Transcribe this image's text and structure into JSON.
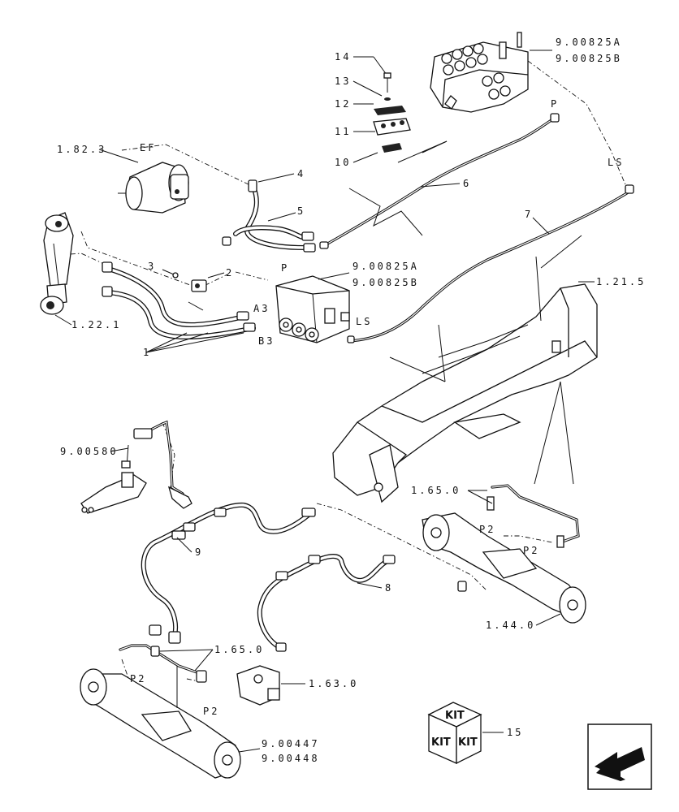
{
  "callouts": {
    "c14": "14",
    "c13": "13",
    "c12": "12",
    "c11": "11",
    "c10": "10",
    "c4": "4",
    "c5": "5",
    "c6": "6",
    "c7": "7",
    "c3": "3",
    "c2": "2",
    "c1": "1",
    "c9": "9",
    "c8": "8",
    "c15": "15"
  },
  "refs": {
    "valve_top_a": "9.00825A",
    "valve_top_b": "9.00825B",
    "pump": "1.82.3",
    "cylinder": "1.22.1",
    "valve_mid_a": "9.00825A",
    "valve_mid_b": "9.00825B",
    "frame": "1.21.5",
    "brake": "9.00580",
    "front_fittings": "1.65.0",
    "front_axle": "1.44.0",
    "rear_fittings": "1.65.0",
    "rear_valve": "1.63.0",
    "rear_axle_a": "9.00447",
    "rear_axle_b": "9.00448"
  },
  "ports": {
    "ef": "EF",
    "p_top": "P",
    "ls_top": "LS",
    "p_mid": "P",
    "a3": "A3",
    "b3": "B3",
    "ls_mid": "LS",
    "p2_front_a": "P2",
    "p2_front_b": "P2",
    "p2_rear_a": "P2",
    "p2_rear_b": "P2"
  },
  "kit": {
    "top": "KIT",
    "left": "KIT",
    "right": "KIT"
  },
  "icons": {
    "kit": "kit-box-icon",
    "nav": "arrow-icon"
  }
}
